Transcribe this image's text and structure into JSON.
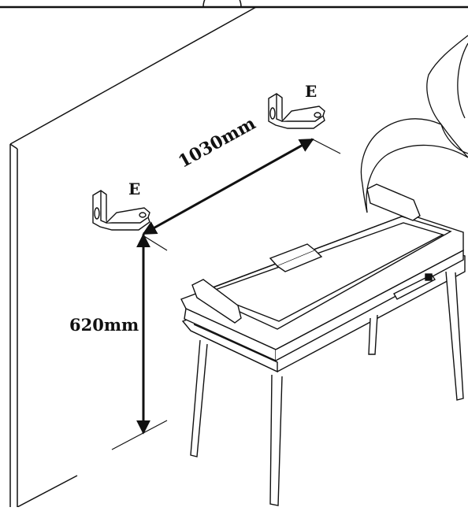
{
  "labels": {
    "bracket_left": "E",
    "bracket_right": "E",
    "width_dim": "1030mm",
    "height_dim": "620mm"
  },
  "colors": {
    "line": "#111111",
    "background": "#ffffff"
  }
}
